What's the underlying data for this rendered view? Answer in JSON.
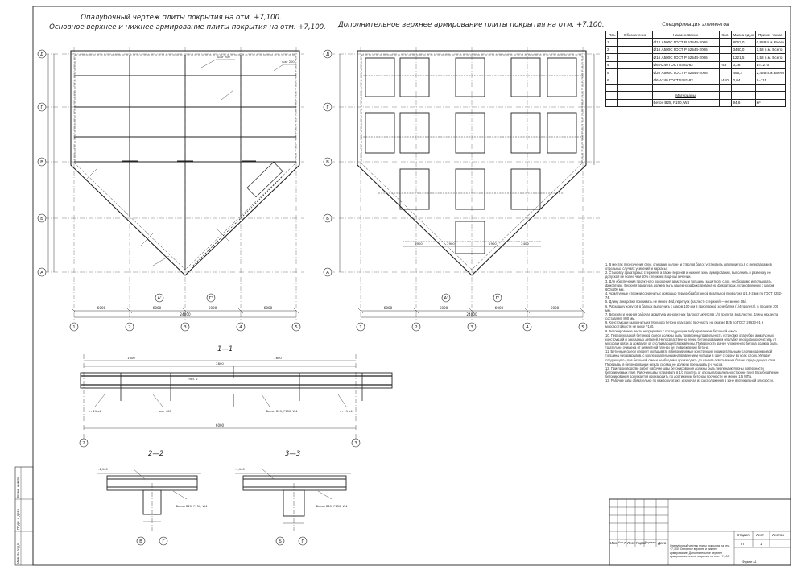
{
  "titles": {
    "plan_left_line1": "Опалубочный чертеж плиты покрытия на отм. +7,100.",
    "plan_left_line2": "Основное верхнее и нижнее армирование плиты покрытия на отм. +7,100.",
    "plan_right": "Дополнительное верхнее армирование плиты покрытия на отм. +7,100.",
    "spec_title": "Спецификация элементов",
    "section_1": "1—1",
    "section_2": "2—2",
    "section_3": "3—3"
  },
  "spec_table": {
    "headers": [
      "Поз.",
      "Обозначение",
      "Наименование",
      "Кол.",
      "Масса ед.,кг",
      "Приме- чание"
    ],
    "rows": [
      [
        "1",
        "",
        "Ø12 А500С ГОСТ Р 52544-2006",
        "",
        "8063,0",
        "0,888 п.м. Всего"
      ],
      [
        "2",
        "",
        "Ø16 А500С ГОСТ Р 52544-2006",
        "",
        "3440,0",
        "1,58 п.м. Всего"
      ],
      [
        "3",
        "",
        "Ø16 А500С ГОСТ Р 52544-2006",
        "",
        "1221,5",
        "1,58 п.м. Всего"
      ],
      [
        "4",
        "",
        "Ø6 А240 ГОСТ 5781-82",
        "745",
        "0,28",
        "L=1270"
      ],
      [
        "5",
        "",
        "Ø20 А500С ГОСТ Р 52544-2006",
        "",
        "495,2",
        "2,466 п.м. Всего"
      ],
      [
        "6",
        "",
        "Ø6 А240 ГОСТ 5781-82",
        "1410",
        "0,04",
        "L=115"
      ],
      [
        "",
        "",
        "",
        "",
        "",
        ""
      ],
      [
        "",
        "",
        "Материалы",
        "",
        "",
        ""
      ],
      [
        "",
        "",
        "Бетон В25, F150, W4",
        "",
        "94,6",
        "м³"
      ]
    ]
  },
  "grid_axes": {
    "rows": [
      "Д",
      "Г",
      "В",
      "Б",
      "А"
    ],
    "cols": [
      "1",
      "2",
      "3",
      "4",
      "5"
    ],
    "diag": [
      "А'",
      "Г'"
    ],
    "section_axes": [
      "2",
      "3"
    ],
    "sec2_axes": [
      "В",
      "Г"
    ],
    "sec3_axes": [
      "Б",
      "Г"
    ]
  },
  "dims": {
    "bay": "6000",
    "total": "24000",
    "sec1_total": "6000",
    "height": "2800",
    "bay_sec": "1600",
    "neg": "-1,100",
    "right_a": "2900",
    "right_b": "2900",
    "right_c": "2900",
    "right_d": "2400"
  },
  "callouts": {
    "shag200": "шаг 200",
    "concrete": "Бетон В25, F150, W4",
    "step400": "шаг 400",
    "ctn11": "ст 11 х4",
    "sec_pos": "поз. 2"
  },
  "notes": [
    "1. В местах пересечения стен, опирания колонн и стволов балок установить шпильки поз.6 с интервалами в отдельных случаях усилений и каркасы.",
    "2. Стыковку арматурных стержней, а также верхней и нижней зоны армирования, выполнить в разбежку, не допуская не более чем 50% стержней в одном сечении.",
    "3. Для обеспечения проектного положения арматуры и толщины защитного слоя, необходимо использовать фиксаторы. Верхняя арматура должна быть надежно зафиксирована на фиксаторах, установленных с шагом 600х600 мм.",
    "4. Арматурные стержни соединить с помощью термообработанной вязальной проволоки Ø1,5-2 мм по ГОСТ 3282-74.",
    "5. Длину анкеровки принимать не менее 40d, перепуск (нахлест) стержней — не менее 48d.",
    "6. Раскладку хомутов в балках выполнить с шагом 100 мм в приопорной зоне балки (1/4 пролета), в пролете 200 мм.",
    "7. Верхняя и нижняя рабочая арматура монолитных балок стыкуется в 1/4 пролета, внахлестку. Длина нахлеста составляет 800 мм.",
    "8. Конструкции выполнить из тяжелого бетона класса по прочности на сжатие В25 по ГОСТ 26633-91 и морозостойкости не ниже F150.",
    "9. Бетонирование вести непрерывно с последующим вибрированием бетонной смеси.",
    "10. Перед укладкой бетонной смеси должны быть проверены правильность установки опалубки, арматурных конструкций и закладных деталей. Непосредственно перед бетонированием опалубку необходимо очистить от мусора и грязи, а арматуру от отслаивающейся ржавчины. Поверхность ранее уложенного бетона должна быть тщательно очищена от цементной пленки без повреждения бетона.",
    "11. Бетонные смеси следует укладывать в бетонируемые конструкции горизонтальными слоями одинаковой толщины без разрывов, с последовательным направлением укладки в одну сторону во всех слоях. Укладку следующего слоя бетонной смеси необходимо производить до начала схватывания бетона предыдущего слоя. Перерывы в бетонировании между слоями не должны превышать 2-х часов.",
    "12. При производстве работ рабочие швы бетонирования должны быть перпендикулярны поверхности бетонируемых плит. Рабочие швы устраивать в 1/3 пролета от опоры параллельно стороне плит. Возобновление бетонирования допускается производить по достижении бетоном прочности не менее 1,5 МПа.",
    "13. Рабочие швы обязательно по каждому этажу, исключая их расположения в зоне вертикальной плоскости."
  ],
  "stamp": {
    "cols": [
      "Изм.",
      "Кол.уч.",
      "Лист",
      "№док.",
      "Подпись",
      "Дата"
    ],
    "stage_hdr": "Стадия",
    "sheet_hdr": "Лист",
    "sheets_hdr": "Листов",
    "stage_val": "П",
    "sheet_val": "1",
    "desc": "Опалубочный чертеж плиты покрытия на отм. +7,100. Основное верхнее и нижнее армирование. Дополнительное верхнее армирование плиты покрытия на отм. +7,100.",
    "format": "Формат А1"
  },
  "side_labels": [
    "Инв.№ подл.",
    "Подп. и дата",
    "Взам. инв.№"
  ]
}
